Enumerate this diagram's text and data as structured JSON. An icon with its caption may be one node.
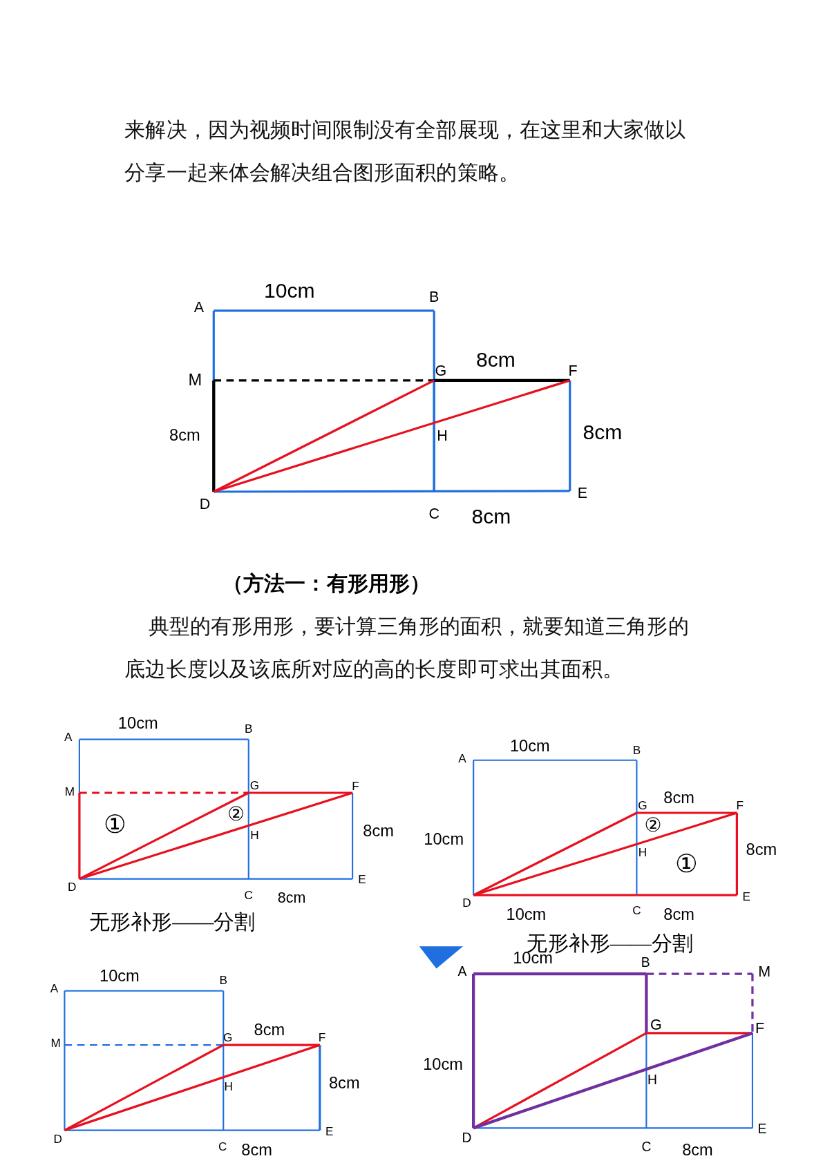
{
  "diagram": {
    "labels": [
      "来解决，因为视频时间限制没有全部展现，在这里和大家做以分享一起来体会解决组合图形面积的策略。",
      "10cm",
      "A",
      "B",
      "M",
      "G",
      "8cm",
      "F",
      "8cm",
      "H",
      "8cm",
      "D",
      "E",
      "C",
      "8cm",
      "（方法一：有形用形）",
      "典型的有形用形，要计算三角形的面积，就要知道三角形的底边长度以及该底所对应的高的长度即可求出其面积。",
      "10cm",
      "A",
      "B",
      "M",
      "G",
      "F",
      "①",
      "②",
      "H",
      "8cm",
      "D",
      "C",
      "E",
      "8cm",
      "无形补形——分割",
      "10cm",
      "A",
      "B",
      "G",
      "8cm",
      "F",
      "②",
      "10cm",
      "H",
      "8cm",
      "①",
      "D",
      "E",
      "10cm",
      "C",
      "8cm",
      "无形补形——分割",
      "10cm",
      "A",
      "B",
      "M",
      "8cm",
      "G",
      "F",
      "H",
      "8cm",
      "D",
      "E",
      "C",
      "8cm",
      "10cm",
      "A",
      "B",
      "M",
      "G",
      "F",
      "10cm",
      "H",
      "D",
      "E",
      "C",
      "8cm"
    ]
  }
}
